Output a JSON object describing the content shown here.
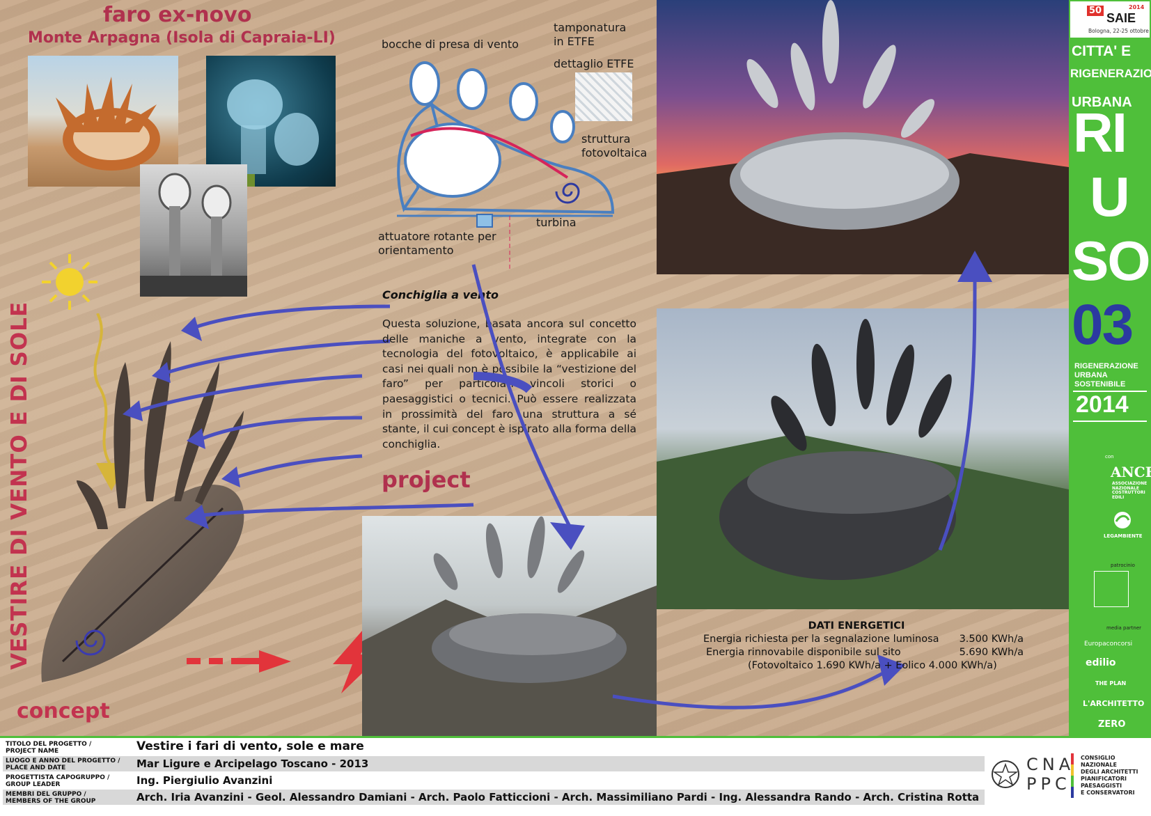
{
  "header": {
    "title": "faro ex-novo",
    "subtitle": "Monte Arpagna (Isola di Capraia-LI)"
  },
  "side_labels": {
    "vertical": "VESTIRE DI VENTO E DI SOLE",
    "concept": "concept",
    "project": "project"
  },
  "diagram": {
    "labels": {
      "intake": "bocche di presa di vento",
      "etfe": "tamponatura\nin ETFE",
      "etfe_detail": "dettaglio ETFE",
      "pv": "struttura\nfotovoltaica",
      "turbine": "turbina",
      "actuator": "attuatore rotante per\norientamento"
    }
  },
  "description": {
    "title": "Conchiglia a vento",
    "text": "Questa soluzione, basata ancora sul concetto delle maniche a vento, integrate con la tecnologia del fotovoltaico, è applicabile ai casi nei quali non è possibile la “vestizione del faro” per particolari vincoli storici o paesaggistici o tecnici. Può essere realizzata in prossimità del faro una struttura a sé stante, il cui concept è ispirato alla forma della conchiglia."
  },
  "energy": {
    "title": "DATI ENERGETICI",
    "rows": [
      {
        "label": "Energia richiesta per la segnalazione luminosa",
        "value": "3.500 KWh/a"
      },
      {
        "label": "Energia rinnovabile disponibile sul sito",
        "value": "5.690 KWh/a"
      }
    ],
    "note": "(Fotovoltaico 1.690 KWh/a + Eolico 4.000 KWh/a)"
  },
  "sidebar": {
    "saie_badge": "50",
    "saie_year": "2014",
    "saie_name": "SAIE",
    "saie_place": "Bologna, 22-25 ottobre",
    "heading_lines": [
      "CITTA' E",
      "RIGENERAZIONE",
      "URBANA"
    ],
    "riuso": [
      "RI",
      "U",
      "SO"
    ],
    "number": "03",
    "sub_lines": [
      "RIGENERAZIONE",
      "URBANA",
      "SOSTENIBILE"
    ],
    "year": "2014",
    "con": "con",
    "ance": "ANCE",
    "ance_sub": "ASSOCIAZIONE\nNAZIONALE\nCOSTRUTTORI\nEDILI",
    "legambiente": "LEGAMBIENTE",
    "patrocinio": "patrocinio",
    "media_partner": "media partner",
    "partners": [
      "Europaconcorsi",
      "edilio",
      "THE PLAN",
      "L'ARCHITETTO",
      "ZERO"
    ]
  },
  "project_table": {
    "rows": [
      {
        "label": "TITOLO DEL PROGETTO /\nPROJECT NAME",
        "value": "Vestire i fari di vento, sole e mare"
      },
      {
        "label": "LUOGO E ANNO DEL PROGETTO /\nPLACE AND DATE",
        "value": "Mar Ligure e Arcipelago Toscano - 2013"
      },
      {
        "label": "PROGETTISTA CAPOGRUPPO /\nGROUP LEADER",
        "value": "Ing. Piergiulio Avanzini"
      },
      {
        "label": "MEMBRI DEL GRUPPO /\nMEMBERS OF THE GROUP",
        "value": "Arch. Iria Avanzini - Geol. Alessandro Damiani - Arch. Paolo Fatticcioni - Arch. Massimiliano Pardi - Ing. Alessandra Rando - Arch. Cristina Rotta"
      }
    ]
  },
  "cnappc": {
    "letters_top": "CNA",
    "letters_bottom": "PPC",
    "name": "CONSIGLIO NAZIONALE\nDEGLI ARCHITETTI\nPIANIFICATORI\nPAESAGGISTI\nE CONSERVATORI"
  }
}
